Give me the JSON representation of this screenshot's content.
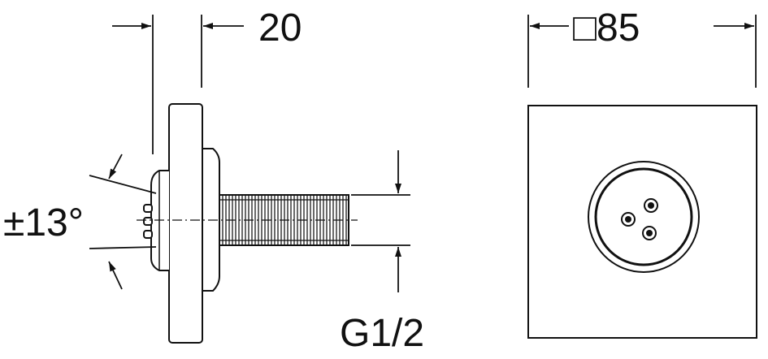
{
  "side_view": {
    "depth_label": "20",
    "angle_label": "±13°",
    "thread_label": "G1/2"
  },
  "front_view": {
    "width_label": "□85"
  },
  "colors": {
    "line": "#111111",
    "background": "#ffffff",
    "thread_fill": "#777777"
  }
}
